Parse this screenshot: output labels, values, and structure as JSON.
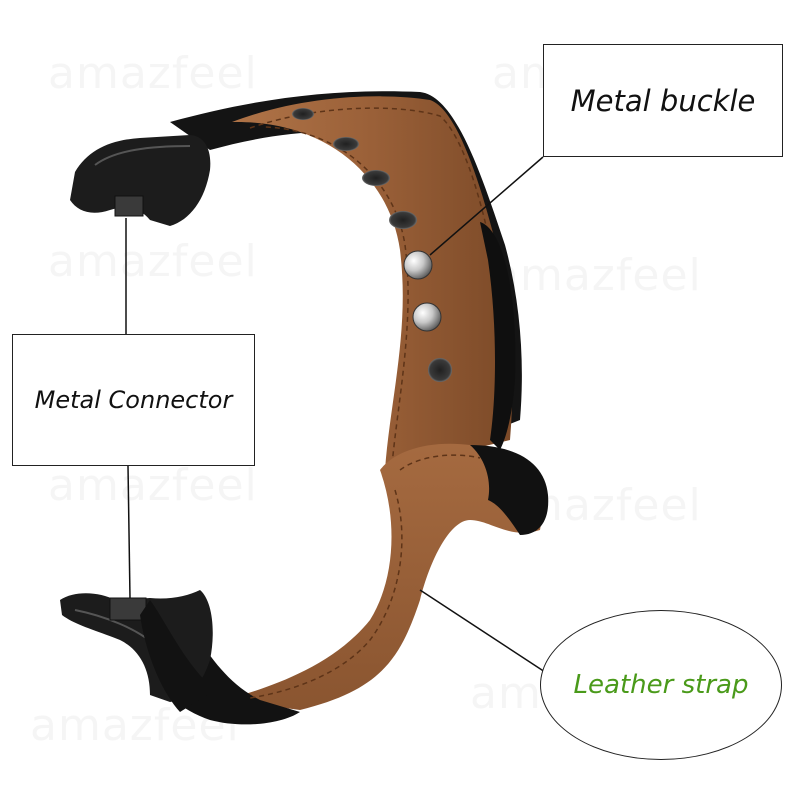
{
  "watermark_text": "amazfeel",
  "labels": {
    "metal_buckle": "Metal buckle",
    "metal_connector": "Metal Connector",
    "leather_strap": "Leather strap"
  },
  "colors": {
    "leather_strap_label": "#4a9a1a",
    "leather": "#9a6038",
    "black_leather": "#151515",
    "connector_metal": "#2a2a2a"
  }
}
